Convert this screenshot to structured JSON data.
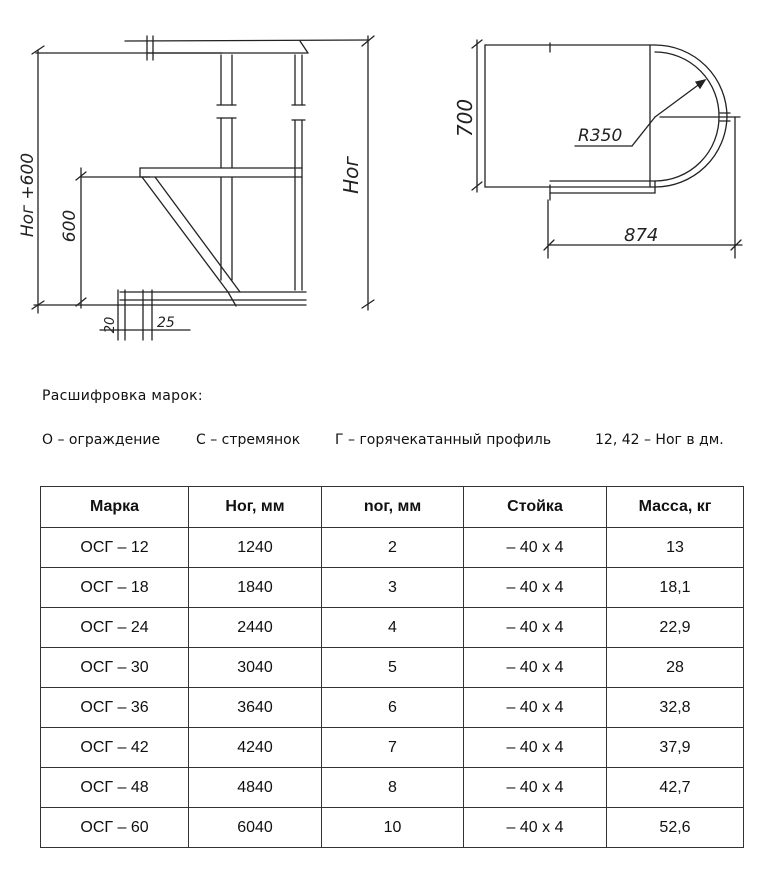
{
  "drawings": {
    "side_view": {
      "height_label": "Ног",
      "height_total_label": "Ног +600",
      "step_height_label": "600",
      "offset_small": "20",
      "offset_25": "25"
    },
    "plan_view": {
      "depth_label": "700",
      "radius_label": "R350",
      "length_label": "874"
    }
  },
  "legend": {
    "title": "Расшифровка марок:",
    "items": [
      "О – ограждение",
      "С – стремянок",
      "Г – горячекатанный профиль",
      "12, 42 – Ног в дм."
    ]
  },
  "table": {
    "headers": [
      "Марка",
      "Ног, мм",
      "nог, мм",
      "Стойка",
      "Масса, кг"
    ],
    "rows": [
      [
        "ОСГ – 12",
        "1240",
        "2",
        "– 40 х 4",
        "13"
      ],
      [
        "ОСГ – 18",
        "1840",
        "3",
        "– 40 х 4",
        "18,1"
      ],
      [
        "ОСГ – 24",
        "2440",
        "4",
        "– 40 х 4",
        "22,9"
      ],
      [
        "ОСГ – 30",
        "3040",
        "5",
        "– 40 х 4",
        "28"
      ],
      [
        "ОСГ – 36",
        "3640",
        "6",
        "– 40 х 4",
        "32,8"
      ],
      [
        "ОСГ – 42",
        "4240",
        "7",
        "– 40 х 4",
        "37,9"
      ],
      [
        "ОСГ – 48",
        "4840",
        "8",
        "– 40 х 4",
        "42,7"
      ],
      [
        "ОСГ – 60",
        "6040",
        "10",
        "– 40 х 4",
        "52,6"
      ]
    ]
  }
}
